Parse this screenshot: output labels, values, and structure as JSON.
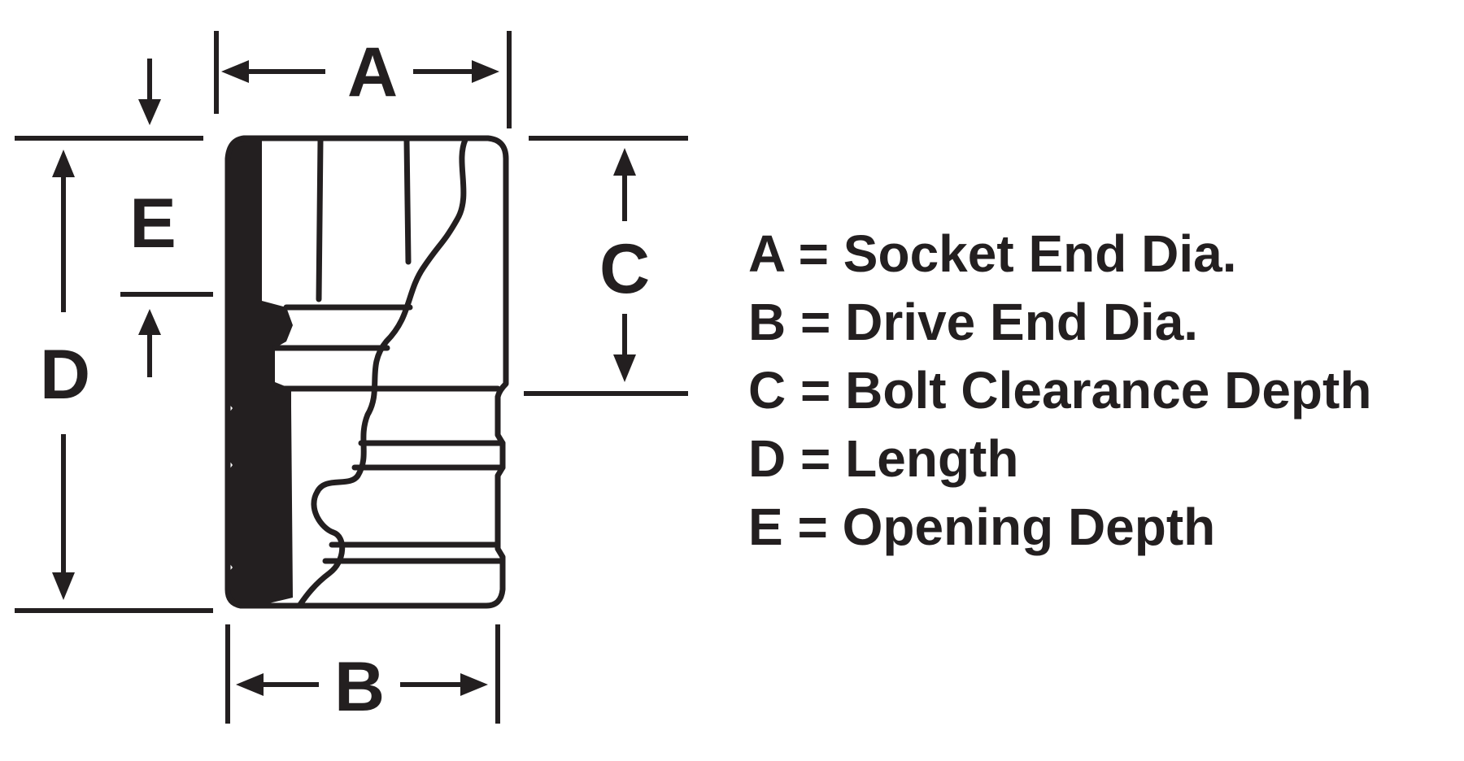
{
  "diagram": {
    "labels": {
      "a": "A",
      "b": "B",
      "c": "C",
      "d": "D",
      "e": "E"
    },
    "legend": [
      "A = Socket End Dia.",
      "B = Drive End Dia.",
      "C = Bolt Clearance Depth",
      "D = Length",
      "E = Opening Depth"
    ]
  },
  "colors": {
    "ink": "#231f20",
    "background": "#ffffff"
  }
}
